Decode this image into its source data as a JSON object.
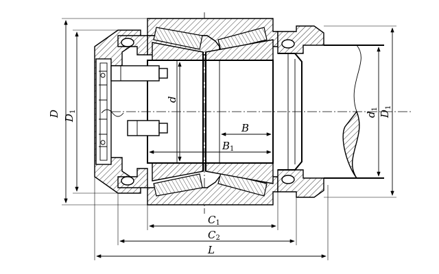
{
  "labels": {
    "D": "D",
    "D1": "D",
    "D1_sub": "1",
    "d": "d",
    "d1": "d",
    "d1_sub": "1",
    "B": "B",
    "B1": "B",
    "B1_sub": "1",
    "C1": "C",
    "C1_sub": "1",
    "C2": "C",
    "C2_sub": "2",
    "L": "L"
  }
}
